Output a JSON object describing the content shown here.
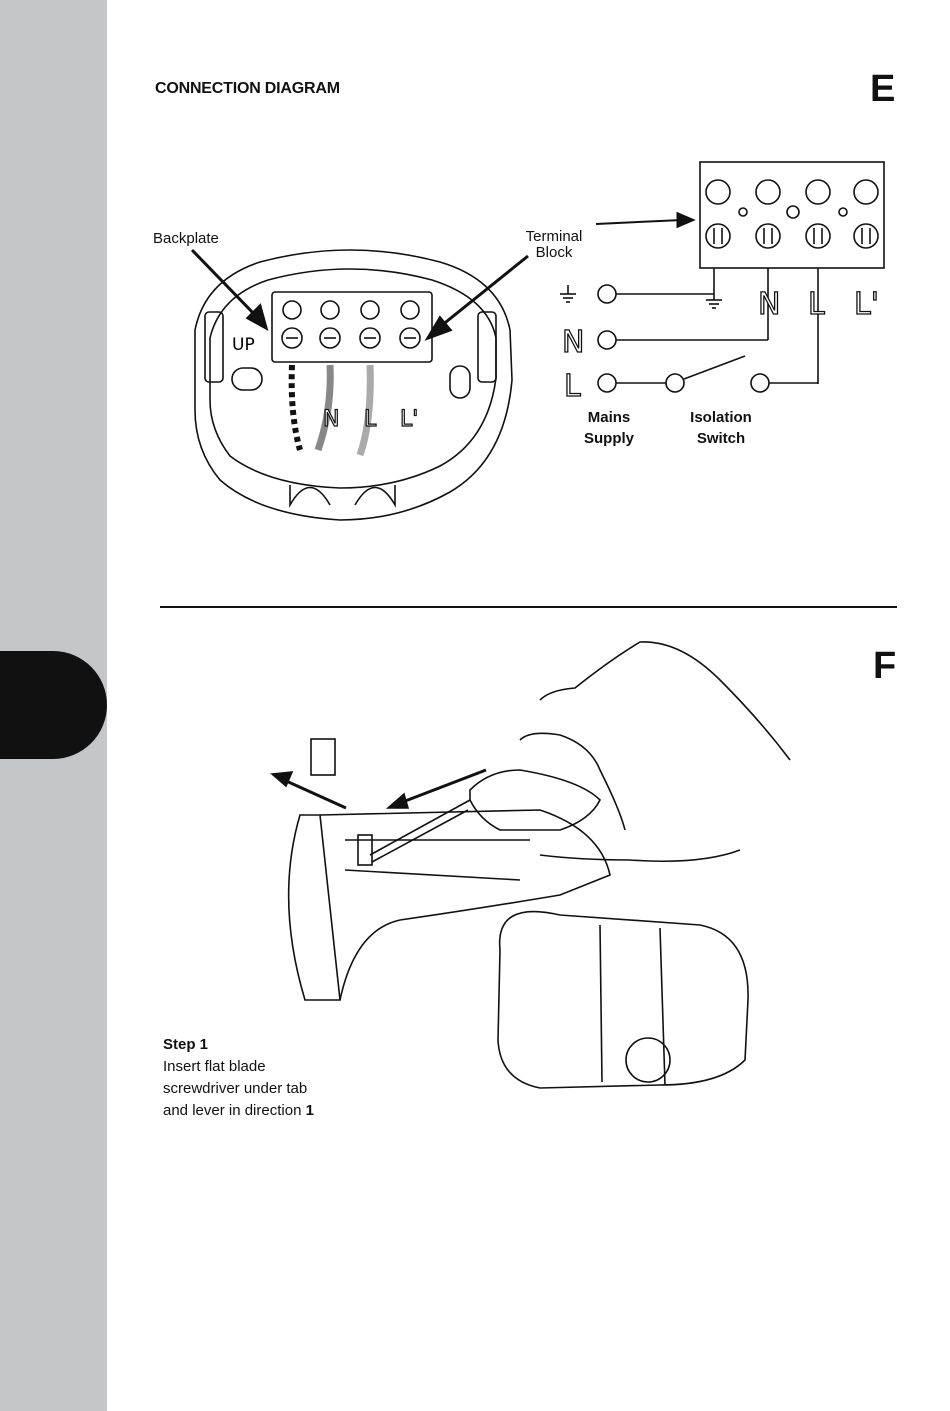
{
  "header": {
    "title": "CONNECTION DIAGRAM"
  },
  "sections": {
    "e": "E",
    "f": "F"
  },
  "labels": {
    "backplate": "Backplate",
    "terminal_block_line1": "Terminal",
    "terminal_block_line2": "Block",
    "mains_line1": "Mains",
    "mains_line2": "Supply",
    "isolation_line1": "Isolation",
    "isolation_line2": "Switch"
  },
  "wiring": {
    "earth_symbol": "⏚",
    "n": "N",
    "l": "L",
    "l_prime": "L'",
    "backplate_up": "UP"
  },
  "step1": {
    "title": "Step 1",
    "line1": "Insert flat blade",
    "line2": "screwdriver under tab",
    "line3_prefix": "and lever in direction ",
    "line3_bold": "1"
  },
  "figure_f": {
    "direction_marker": ""
  },
  "colors": {
    "sidebar": "#c5c6c7",
    "ink": "#111111",
    "page": "#ffffff"
  }
}
